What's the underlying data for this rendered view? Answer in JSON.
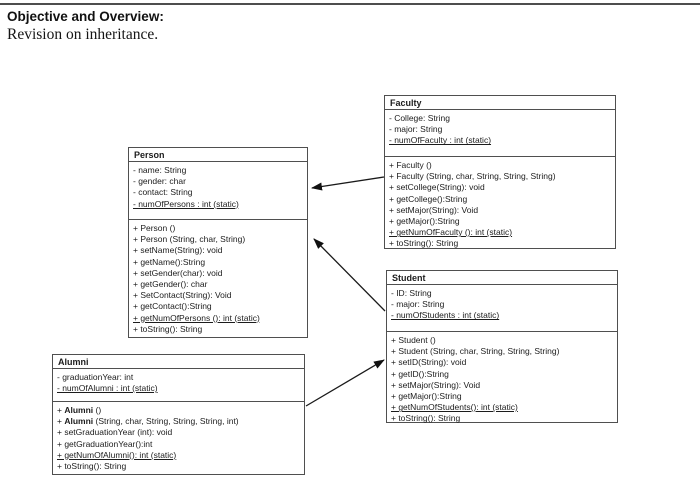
{
  "header": {
    "title": "Objective and Overview:",
    "subtitle": "Revision on inheritance."
  },
  "diagram": {
    "classes": [
      {
        "id": "person",
        "name": "Person",
        "attributes": [
          {
            "text": "- name: String"
          },
          {
            "text": "- gender: char"
          },
          {
            "text": "- contact: String"
          },
          {
            "text": "- numOfPersons : int (static)",
            "underline": true
          }
        ],
        "methods": [
          {
            "text": "+ Person ()"
          },
          {
            "text": "+ Person (String, char, String)"
          },
          {
            "text": "+ setName(String): void"
          },
          {
            "text": "+ getName():String"
          },
          {
            "text": "+ setGender(char): void"
          },
          {
            "text": "+ getGender(): char"
          },
          {
            "text": "+ SetContact(String): Void"
          },
          {
            "text": "+ getContact():String"
          },
          {
            "text": "+ getNumOfPersons (): int (static)",
            "underline": true
          },
          {
            "text": "+ toString(): String"
          }
        ]
      },
      {
        "id": "faculty",
        "name": "Faculty",
        "attributes": [
          {
            "text": "- College: String"
          },
          {
            "text": "- major: String"
          },
          {
            "text": "- numOfFaculty : int (static)",
            "underline": true
          }
        ],
        "methods": [
          {
            "text": "+ Faculty ()"
          },
          {
            "text": "+ Faculty (String, char, String, String, String)"
          },
          {
            "text": "+ setCollege(String): void"
          },
          {
            "text": "+ getCollege():String"
          },
          {
            "text": "+ setMajor(String): Void"
          },
          {
            "text": "+ getMajor():String"
          },
          {
            "text": "+ getNumOfFaculty (): int (static)",
            "underline": true
          },
          {
            "text": "+ toString(): String"
          }
        ]
      },
      {
        "id": "student",
        "name": "Student",
        "attributes": [
          {
            "text": "- ID: String"
          },
          {
            "text": "- major: String"
          },
          {
            "text": "- numOfStudents : int (static)",
            "underline": true
          }
        ],
        "methods": [
          {
            "text": "+ Student ()"
          },
          {
            "text": "+ Student (String, char, String, String, String)"
          },
          {
            "text": "+ setID(String): void"
          },
          {
            "text": "+ getID():String"
          },
          {
            "text": "+ setMajor(String): Void"
          },
          {
            "text": "+ getMajor():String"
          },
          {
            "text": "+ getNumOfStudents(): int (static)",
            "underline": true
          },
          {
            "text": "+ toString(): String"
          }
        ]
      },
      {
        "id": "alumni",
        "name": "Alumni",
        "attributes": [
          {
            "text": "- graduationYear: int"
          },
          {
            "text": "- numOfAlumni : int (static)",
            "underline": true
          }
        ],
        "methods": [
          {
            "pre": "+ ",
            "bold": "Alumni",
            "text": " ()"
          },
          {
            "pre": "+ ",
            "bold": "Alumni",
            "text": " (String, char, String, String, String, int)"
          },
          {
            "text": "+ setGraduationYear (int): void"
          },
          {
            "text": "+ getGraduationYear():int"
          },
          {
            "text": "+ getNumOfAlumni(): int (static)",
            "underline": true
          },
          {
            "text": "+ toString(): String"
          }
        ]
      }
    ],
    "relations": [
      {
        "from": "Faculty",
        "to": "Person"
      },
      {
        "from": "Student",
        "to": "Person"
      },
      {
        "from": "Alumni",
        "to": "Student"
      }
    ],
    "line_color": "#1a1a1a",
    "border_color": "#4f4f4f"
  }
}
